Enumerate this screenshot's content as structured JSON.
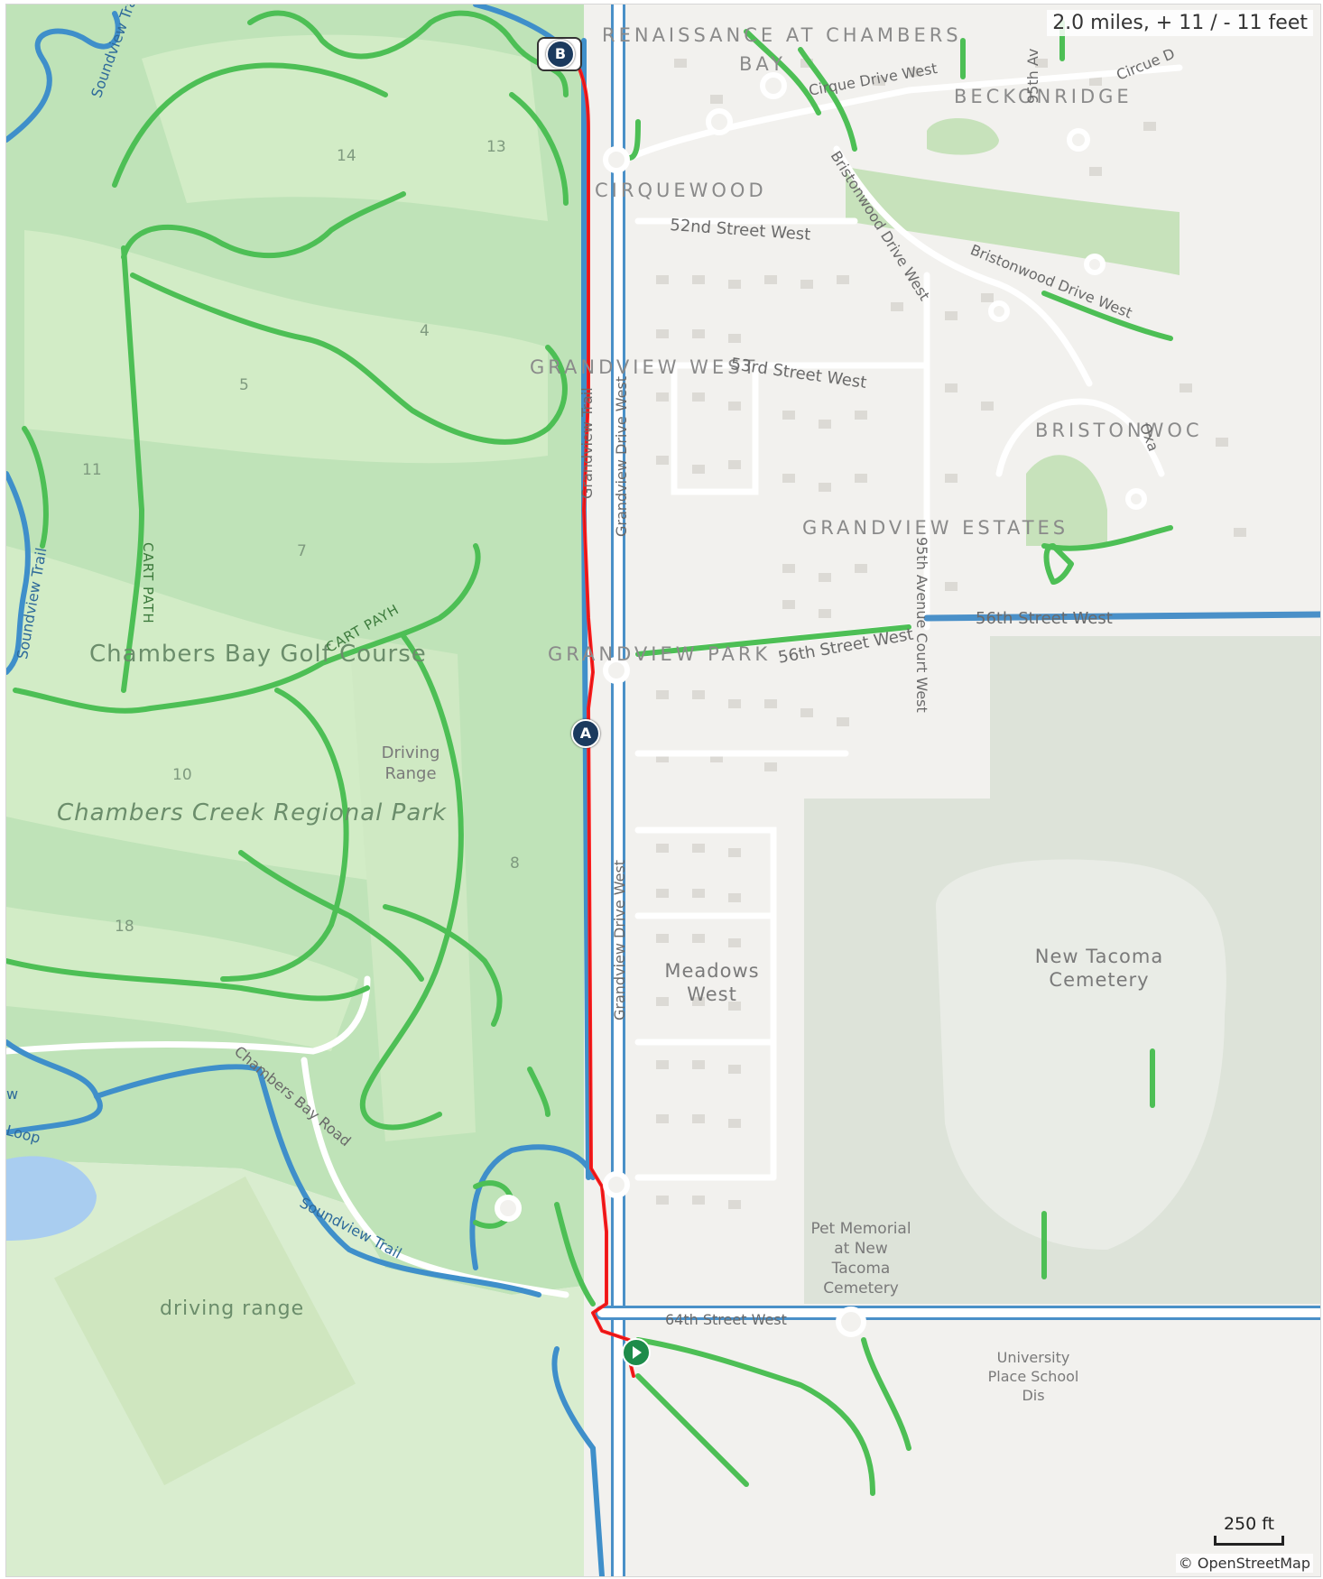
{
  "stats": "2.0 miles, + 11 / - 11 feet",
  "markers": {
    "a": "A",
    "b": "B"
  },
  "areas": {
    "renaissance": "RENAISSANCE AT CHAMBERS",
    "bay": "BAY",
    "beckonridge": "BECKONRIDGE",
    "cirquewood": "CIRQUEWOOD",
    "grandview_west": "GRANDVIEW WEST",
    "bristonwood": "BRISTONWOC",
    "grandview_estates": "GRANDVIEW ESTATES",
    "grandview_park": "GRANDVIEW PARK"
  },
  "streets": {
    "cirque_drive": "Cirque Drive West",
    "cirque_edge": "Circue D",
    "st52": "52nd Street West",
    "bristonwood_dr": "Bristonwood Drive West",
    "bristonwood_dr2": "Bristonwood Drive West",
    "st53": "53rd Street West",
    "grandview_dr_upper": "Grandview Drive West",
    "grandview_trail": "Grandview Trail",
    "ave95": "95th Avenue Court West",
    "ave95_top": "95th Av",
    "st56_east": "56th Street West",
    "st56_west": "56th Street West",
    "grandview_dr_lower": "Grandview Drive West",
    "chambers_bay_road": "Chambers Bay Road",
    "st64": "64th Street West",
    "oxa": "Oxa"
  },
  "trails": {
    "soundview_top": "Soundview Trail",
    "soundview_left": "Soundview Trail",
    "soundview_bottom": "Soundview Trail",
    "loop": "Loop",
    "w": "w"
  },
  "parks": {
    "golf_course": "Chambers Bay Golf Course",
    "regional_park": "Chambers Creek Regional Park",
    "driving_range": "driving range",
    "driving_range_small": "Driving Range",
    "meadows_west": "Meadows West",
    "cemetery": "New Tacoma Cemetery",
    "pet_memorial": "Pet Memorial at New Tacoma Cemetery",
    "school": "University Place School Dis"
  },
  "cart_paths": {
    "a": "CART PATH",
    "b": "CART PAYH"
  },
  "holes": [
    "14",
    "13",
    "4",
    "5",
    "11",
    "7",
    "10",
    "8",
    "18"
  ],
  "scale": "250 ft",
  "attribution": "© OpenStreetMap"
}
